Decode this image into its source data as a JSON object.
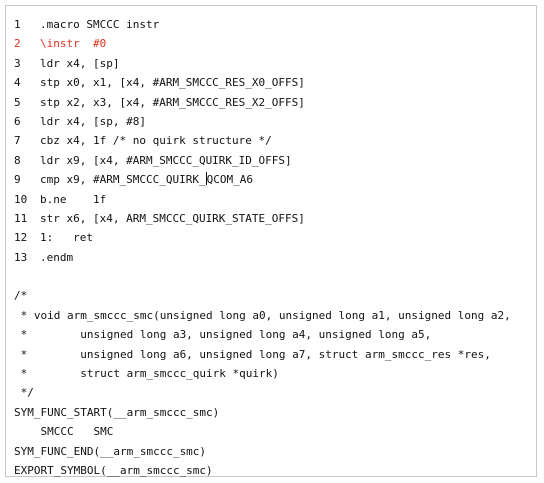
{
  "numbered": [
    {
      "n": "1",
      "text": ".macro SMCCC instr"
    },
    {
      "n": "2",
      "text": "\\instr  #0"
    },
    {
      "n": "3",
      "text": "ldr x4, [sp]"
    },
    {
      "n": "4",
      "text": "stp x0, x1, [x4, #ARM_SMCCC_RES_X0_OFFS]"
    },
    {
      "n": "5",
      "text": "stp x2, x3, [x4, #ARM_SMCCC_RES_X2_OFFS]"
    },
    {
      "n": "6",
      "text": "ldr x4, [sp, #8]"
    },
    {
      "n": "7",
      "text": "cbz x4, 1f /* no quirk structure */"
    },
    {
      "n": "8",
      "text": "ldr x9, [x4, #ARM_SMCCC_QUIRK_ID_OFFS]"
    },
    {
      "n": "9",
      "text_before_cursor": "cmp x9, #ARM_SMCCC_QUIRK_",
      "text_after_cursor": "QCOM_A6"
    },
    {
      "n": "10",
      "text": "b.ne    1f"
    },
    {
      "n": "11",
      "text": "str x6, [x4, ARM_SMCCC_QUIRK_STATE_OFFS]"
    },
    {
      "n": "12",
      "text": "1:   ret"
    },
    {
      "n": "13",
      "text": ".endm"
    }
  ],
  "plain": [
    "",
    "/*",
    " * void arm_smccc_smc(unsigned long a0, unsigned long a1, unsigned long a2,",
    " *        unsigned long a3, unsigned long a4, unsigned long a5,",
    " *        unsigned long a6, unsigned long a7, struct arm_smccc_res *res,",
    " *        struct arm_smccc_quirk *quirk)",
    " */",
    "SYM_FUNC_START(__arm_smccc_smc)",
    "    SMCCC   SMC",
    "SYM_FUNC_END(__arm_smccc_smc)",
    "EXPORT_SYMBOL(__arm_smccc_smc)"
  ],
  "colors": {
    "text": "#111111",
    "highlight": "#e0301e",
    "border": "#c8c8c8"
  }
}
